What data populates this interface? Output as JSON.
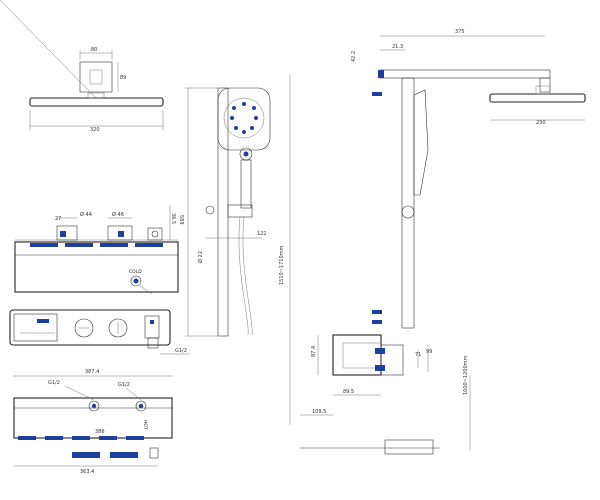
{
  "colors": {
    "line": "#333333",
    "accent": "#1f3f9e",
    "background": "#ffffff"
  },
  "top_view": {
    "width_dim": "80",
    "height_dim": "89",
    "head_dim": "320"
  },
  "thermo_front": {
    "dims": [
      "27",
      "Ø 44",
      "Ø 46",
      "36.5"
    ],
    "cold_label": "COLD"
  },
  "thermo_top": {
    "outlet_dim": "G1/2"
  },
  "thermo_bottom": {
    "dims": [
      "387.4",
      "G1/2",
      "G1/2",
      "386",
      "363.4"
    ],
    "hot_label": "HOT"
  },
  "rail": {
    "dims": [
      "589",
      "122",
      "Ø 22"
    ]
  },
  "side": {
    "dims": [
      "375",
      "21.3",
      "42.2",
      "230",
      "1510~1710mm",
      "87.4",
      "99",
      "71",
      "89.5",
      "109.5",
      "1000~1200mm"
    ]
  }
}
